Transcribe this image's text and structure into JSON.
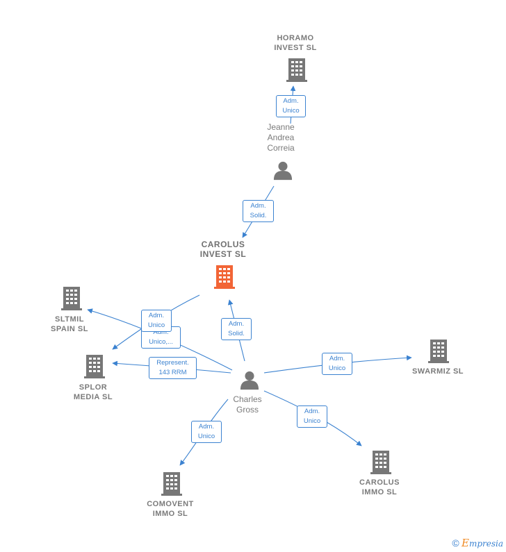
{
  "colors": {
    "edge": "#3b82d0",
    "building": "#777777",
    "building_focus": "#f26536",
    "person": "#777777"
  },
  "nodes": {
    "horamo": {
      "label": "HORAMO\nINVEST SL",
      "icon": "building-icon"
    },
    "jeanne": {
      "label": "Jeanne\nAndrea\nCorreia",
      "icon": "person-icon"
    },
    "carolus_invest": {
      "label": "CAROLUS\nINVEST SL",
      "icon": "building-icon"
    },
    "sltmil": {
      "label": "SLTMIL\nSPAIN SL",
      "icon": "building-icon"
    },
    "splor": {
      "label": "SPLOR\nMEDIA SL",
      "icon": "building-icon"
    },
    "charles": {
      "label": "Charles\nGross",
      "icon": "person-icon"
    },
    "swarmiz": {
      "label": "SWARMIZ SL",
      "icon": "building-icon"
    },
    "comovent": {
      "label": "COMOVENT\nIMMO SL",
      "icon": "building-icon"
    },
    "carolus_immo": {
      "label": "CAROLUS\nIMMO SL",
      "icon": "building-icon"
    }
  },
  "relations": [
    {
      "id": "jeanne-horamo",
      "label": "Adm.\nUnico"
    },
    {
      "id": "jeanne-carolus",
      "label": "Adm.\nSolid."
    },
    {
      "id": "charles-carolus",
      "label": "Adm.\nSolid."
    },
    {
      "id": "charles-sltmil",
      "label": "Adm.\nUnico"
    },
    {
      "id": "charles-splor-1",
      "label": "Adm.\nUnico,..."
    },
    {
      "id": "charles-splor-2",
      "label": "Represent.\n143 RRM"
    },
    {
      "id": "charles-swarmiz",
      "label": "Adm.\nUnico"
    },
    {
      "id": "charles-comovent",
      "label": "Adm.\nUnico"
    },
    {
      "id": "charles-carolus-immo",
      "label": "Adm.\nUnico"
    }
  ],
  "footer": {
    "copyright": "©",
    "brand_first": "E",
    "brand_rest": "mpresia"
  }
}
